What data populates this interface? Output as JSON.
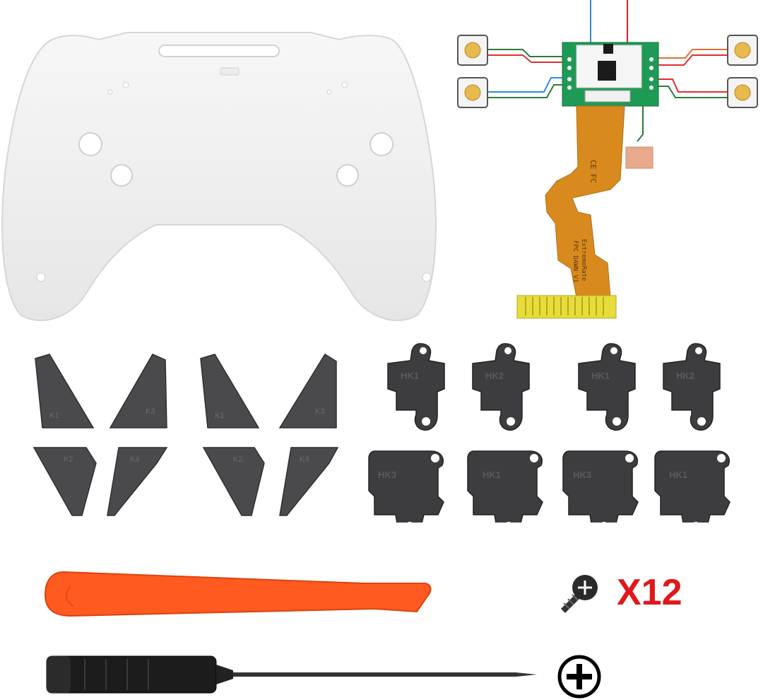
{
  "colors": {
    "background": "#ffffff",
    "shell": "#f2f2f2",
    "paddle": "#4a4a4c",
    "pcb": "#1f9a55",
    "flex_cable": "#d98a1e",
    "pry_tool": "#ff5a1f",
    "x12_text": "#e0181c"
  },
  "labels": {
    "quantity": "X12",
    "pcb_marks": "CE FC",
    "flex_text_1": "ExtremeRate",
    "flex_text_2": "FPC DAWN V1",
    "paddle_k1": "K1",
    "paddle_k2": "K2",
    "paddle_k3": "K3",
    "paddle_k4": "K4",
    "clip_hk1": "HK1",
    "clip_hk2": "HK2",
    "clip_hk3": "HK3"
  },
  "icons": {
    "screw": "screw-icon",
    "phillips": "phillips-cross-icon"
  }
}
